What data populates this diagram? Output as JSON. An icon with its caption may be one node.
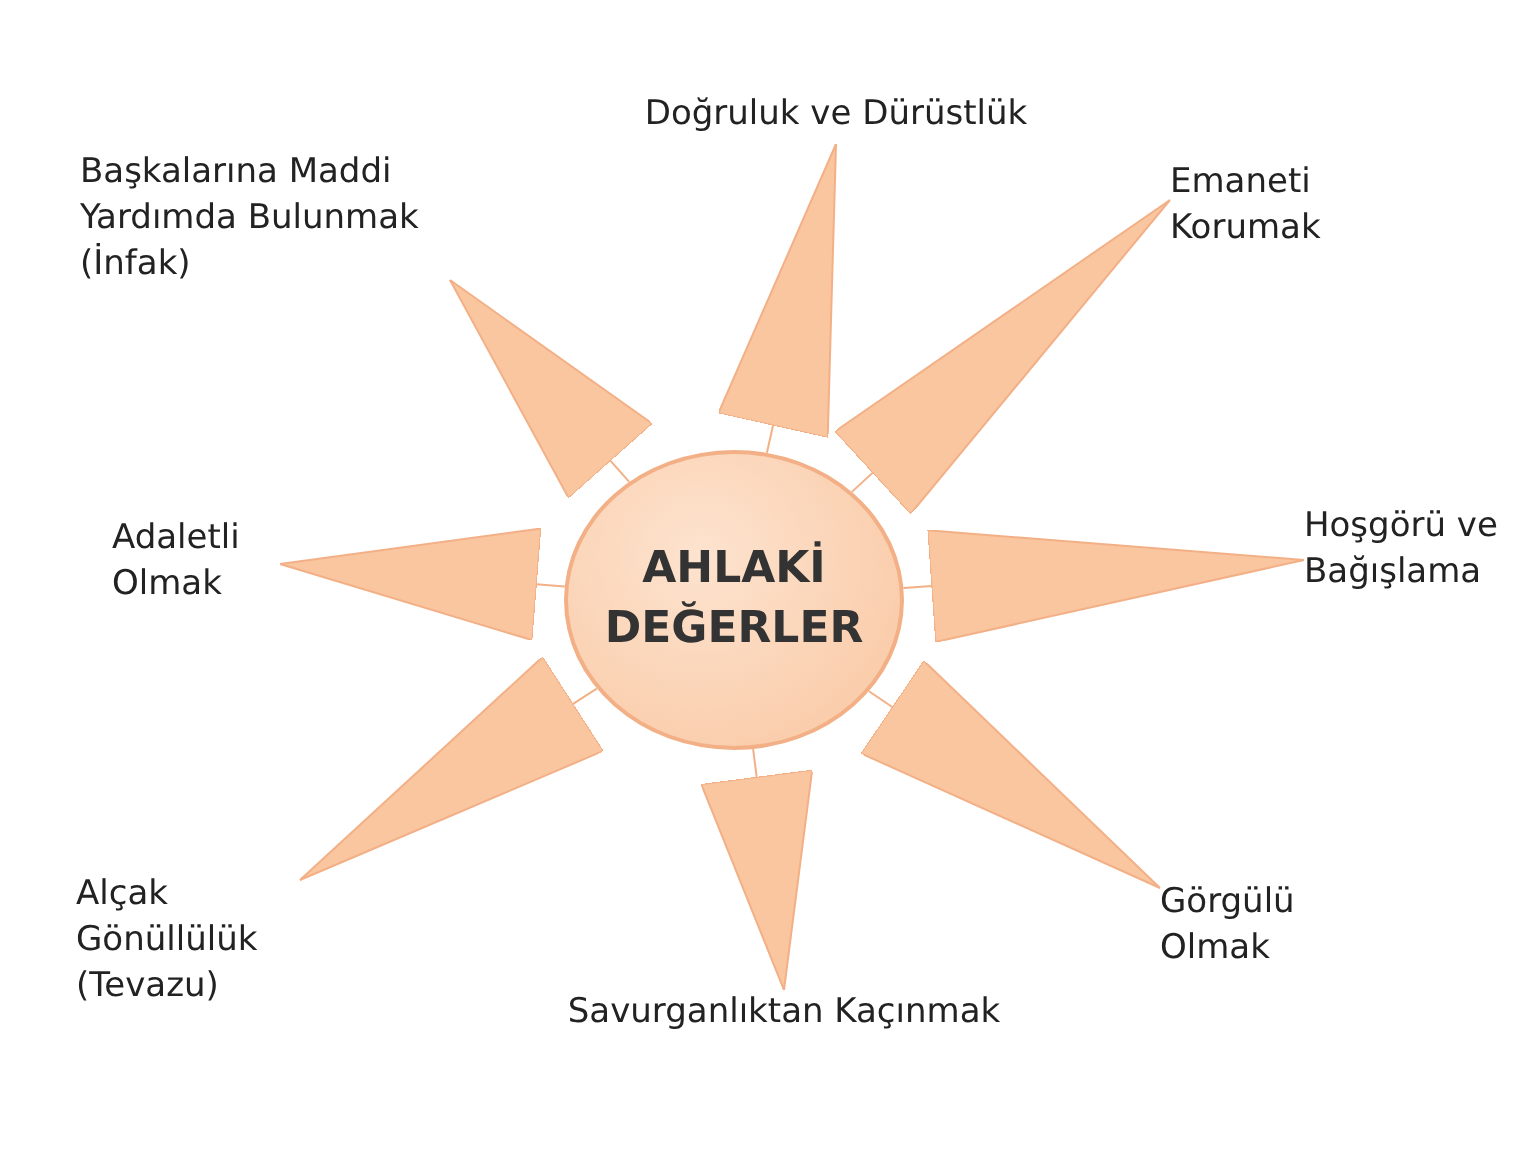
{
  "diagram": {
    "nodes": [
      {
        "text": [
          "AHLAKİ DEĞERLER"
        ]
      },
      {
        "text": [
          "Doğruluk ve Dürüstlük"
        ]
      },
      {
        "text": [
          "Başkalarına Maddi Yardımda Bulunmak (İnfak)"
        ]
      },
      {
        "text": [
          "Emaneti Korumak"
        ]
      },
      {
        "text": [
          "Adaletli Olmak"
        ]
      },
      {
        "text": [
          "Hoşgörü ve Bağışlama"
        ]
      },
      {
        "text": [
          "Alçak Gönüllülük (Tevazu)"
        ]
      },
      {
        "text": [
          "Görgülü Olmak"
        ]
      },
      {
        "text": [
          "Savurganlıktan Kaçınmak"
        ]
      }
    ],
    "edges": [
      {
        "from": 0,
        "to": 1,
        "arrow": "to"
      },
      {
        "from": 0,
        "to": 2,
        "arrow": "to"
      },
      {
        "from": 0,
        "to": 3,
        "arrow": "to"
      },
      {
        "from": 0,
        "to": 4,
        "arrow": "to"
      },
      {
        "from": 0,
        "to": 5,
        "arrow": "to"
      },
      {
        "from": 0,
        "to": 6,
        "arrow": "to"
      },
      {
        "from": 0,
        "to": 7,
        "arrow": "to"
      },
      {
        "from": 0,
        "to": 8,
        "arrow": "to"
      }
    ]
  }
}
